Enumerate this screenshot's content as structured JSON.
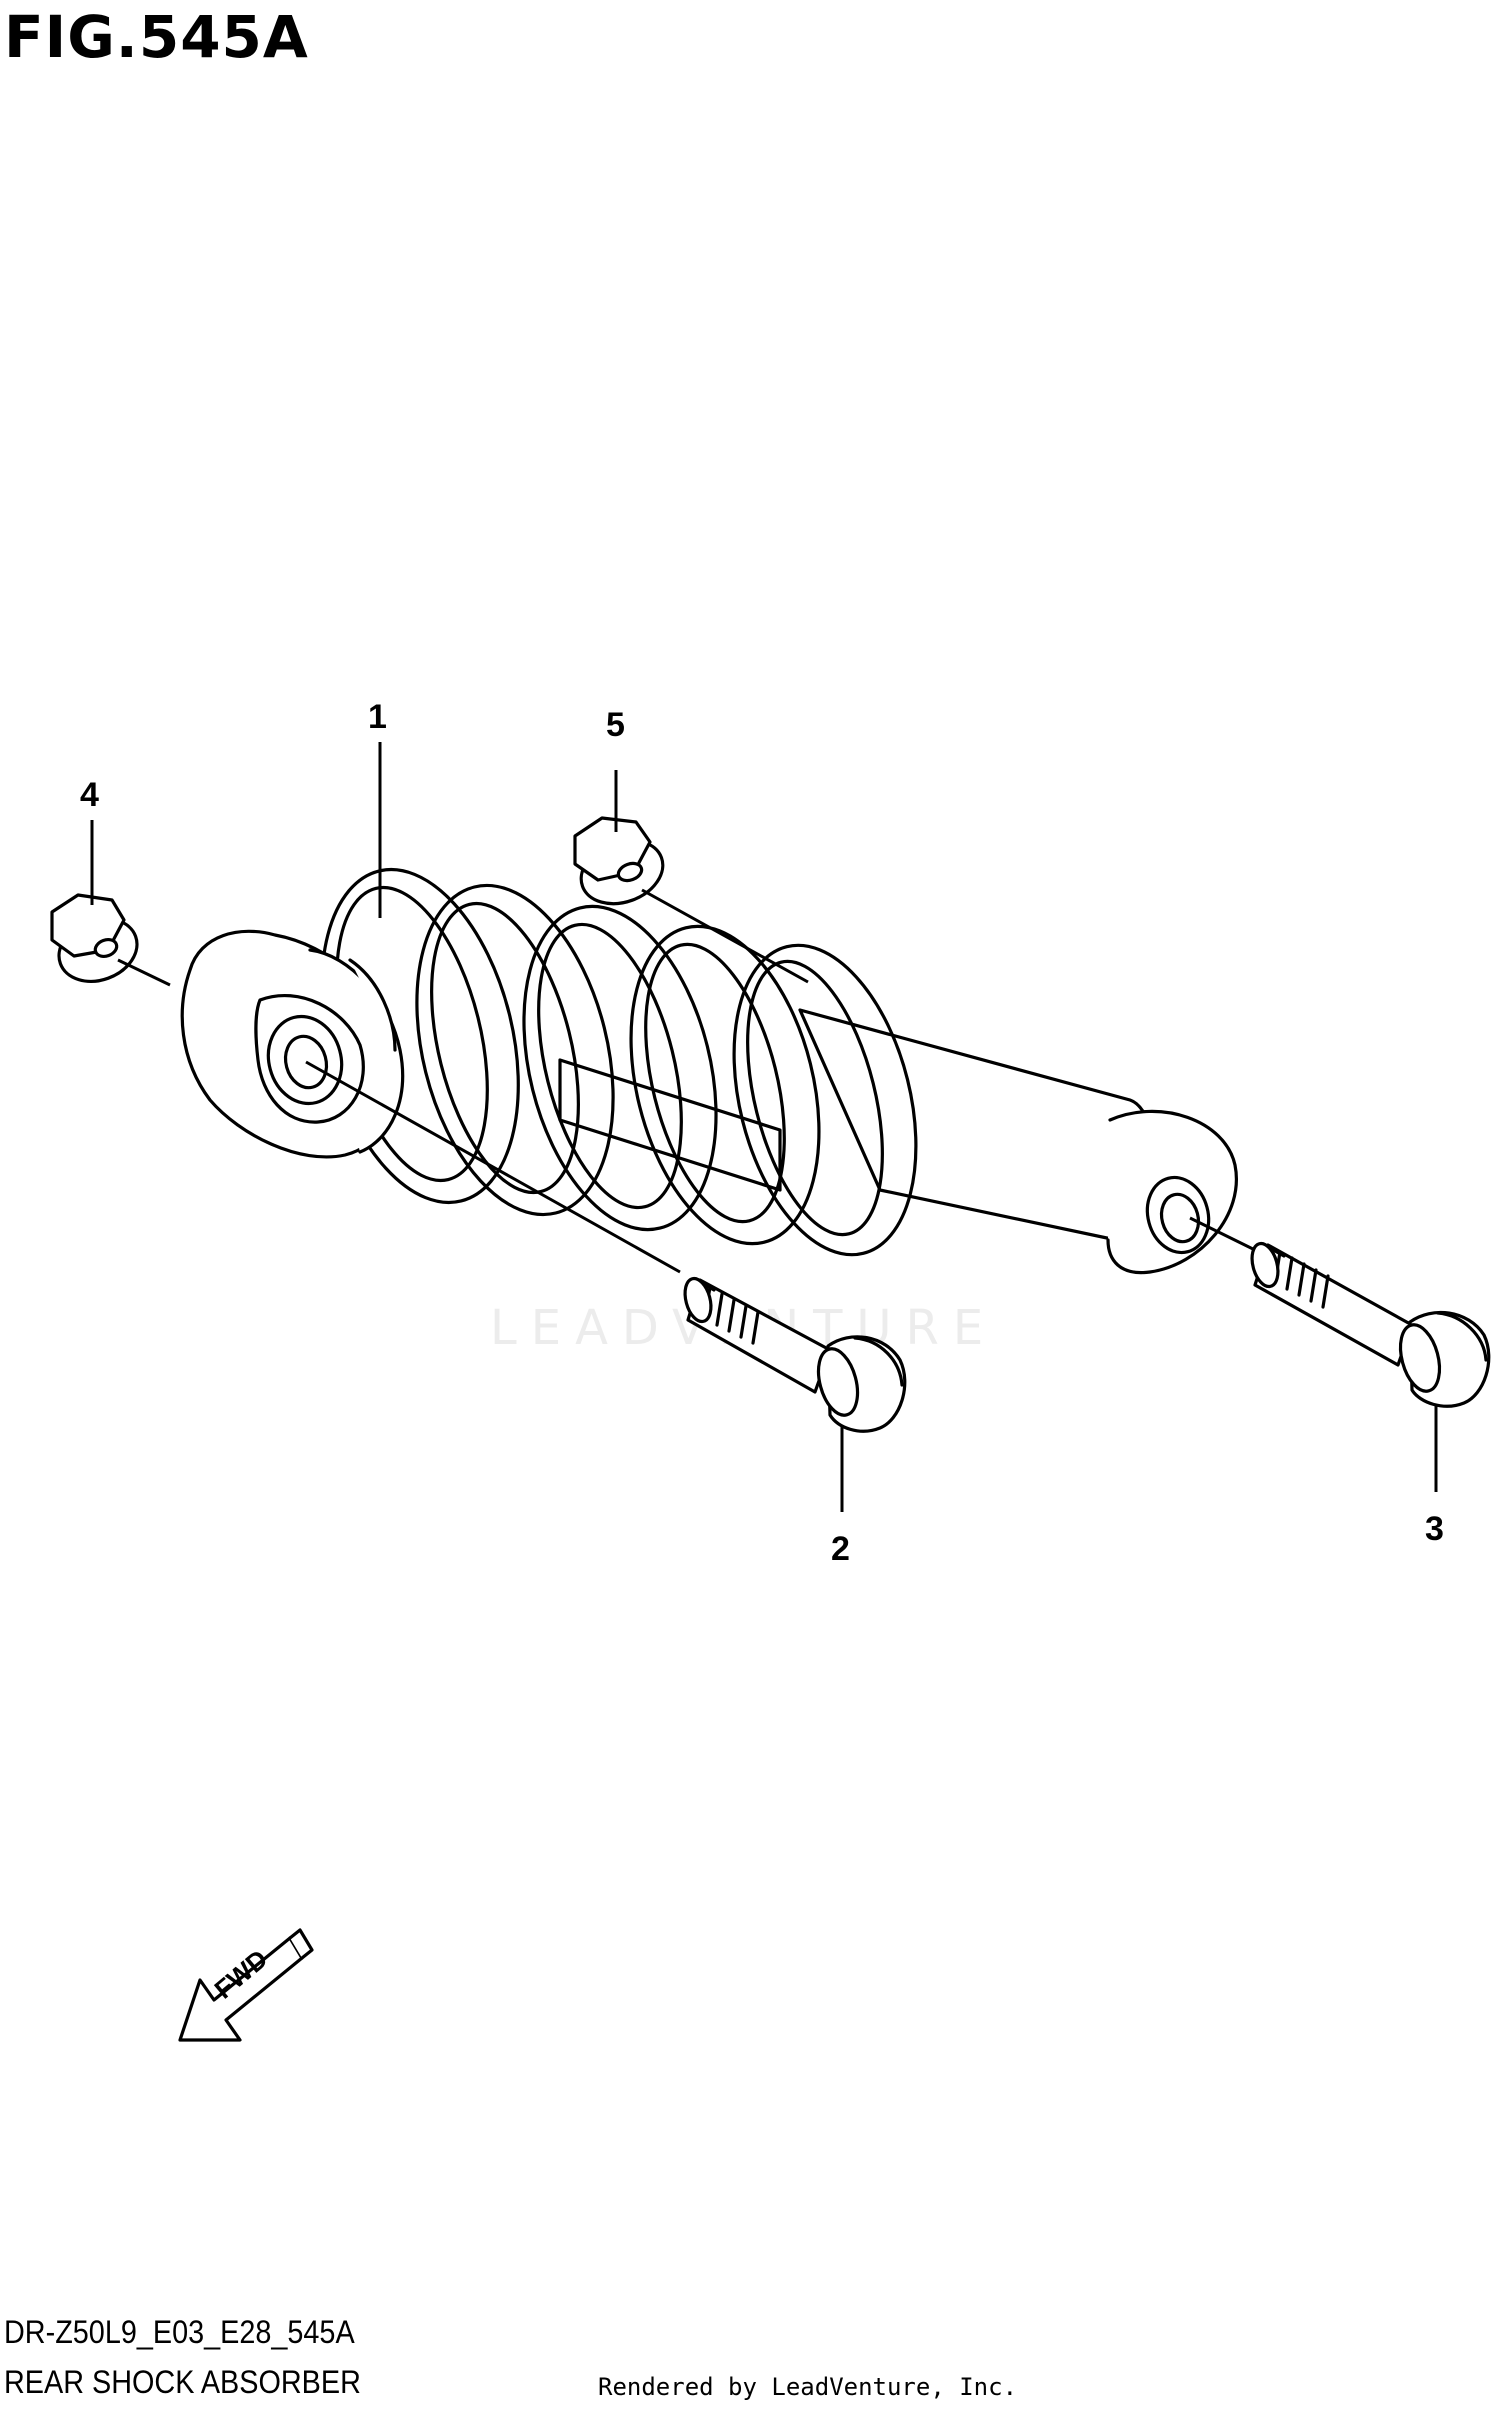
{
  "figure": {
    "title": "FIG.545A",
    "code": "DR-Z50L9_E03_E28_545A",
    "name": "REAR SHOCK ABSORBER"
  },
  "callouts": [
    {
      "id": "1",
      "part": "shock-absorber"
    },
    {
      "id": "2",
      "part": "lower-bolt"
    },
    {
      "id": "3",
      "part": "upper-bolt"
    },
    {
      "id": "4",
      "part": "nut-left"
    },
    {
      "id": "5",
      "part": "nut-right"
    }
  ],
  "direction_arrow": {
    "label": "FWD"
  },
  "watermark": "LEADVENTURE",
  "credit": "Rendered by LeadVenture, Inc."
}
